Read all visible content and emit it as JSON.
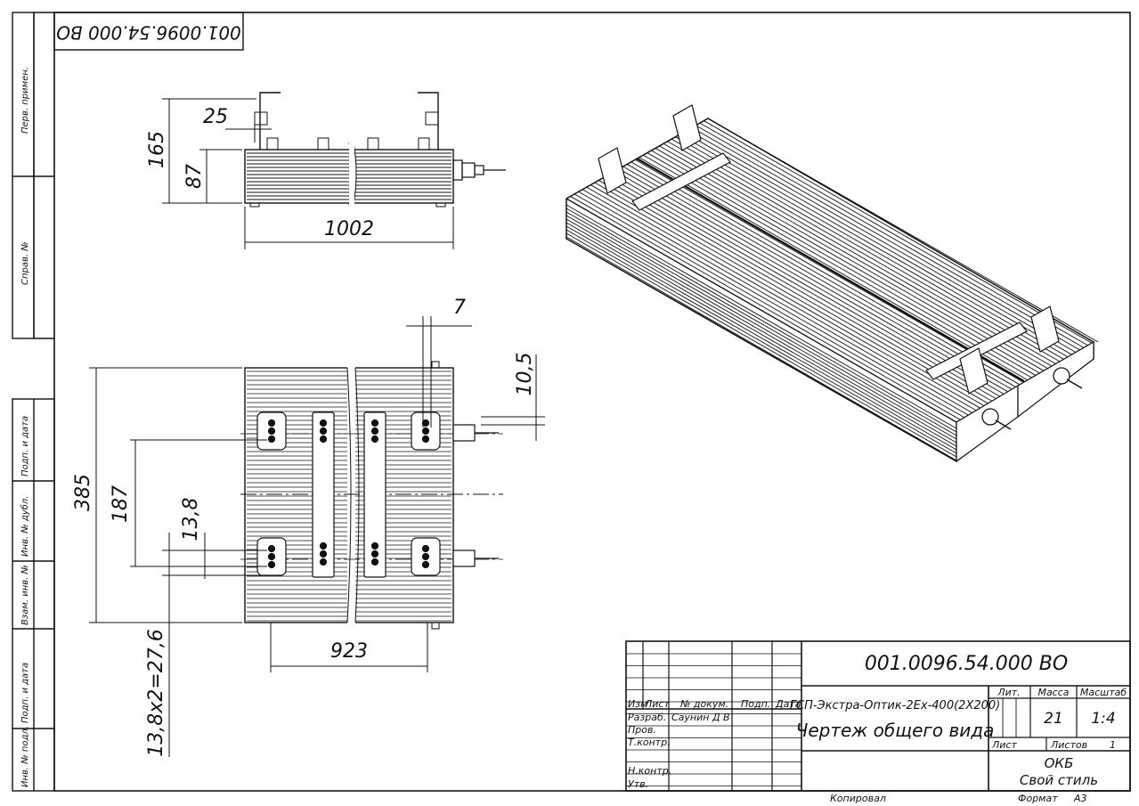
{
  "drawing": {
    "code": "001.0096.54.000 ВО",
    "code_rotated": "001.0096.54.000 ВО",
    "dimensions": {
      "side_height_total": "165",
      "side_height_body": "87",
      "side_offset": "25",
      "side_length": "1002",
      "top_gap": "7",
      "top_offset": "10,5",
      "top_width": "385",
      "top_mount_span": "187",
      "top_hole_pitch": "13,8",
      "top_hole_chain": "13,8x2=27,6",
      "top_mount_length": "923"
    }
  },
  "side_column": {
    "labels": [
      "Перв. примен.",
      "Справ. №",
      "Подп. и дата",
      "Инв. № дубл.",
      "Взам. инв. №",
      "Подп. и дата",
      "Инв. № подл."
    ]
  },
  "title_block": {
    "designation": "001.0096.54.000 ВО",
    "product_name": "ГСП-Экстра-Оптик-2Ex-400(2Х200)",
    "document_name": "Чертеж общего вида",
    "headers": {
      "izm": "Изм",
      "list": "Лист",
      "doc_no": "№ докум.",
      "sign": "Подп.",
      "date": "Дата"
    },
    "roles": [
      "Разраб.",
      "Пров.",
      "Т.контр.",
      "",
      "Н.контр.",
      "Утв."
    ],
    "developer": "Саунин Д В",
    "lit_label": "Лит.",
    "mass_label": "Масса",
    "scale_label": "Масштаб",
    "mass_value": "21",
    "scale_value": "1:4",
    "sheet_label": "Лист",
    "sheets_label": "Листов",
    "sheets_value": "1",
    "company_line1": "ОКБ",
    "company_line2": "Свой стиль",
    "copied_label": "Копировал",
    "format_label": "Формат",
    "format_value": "А3"
  }
}
